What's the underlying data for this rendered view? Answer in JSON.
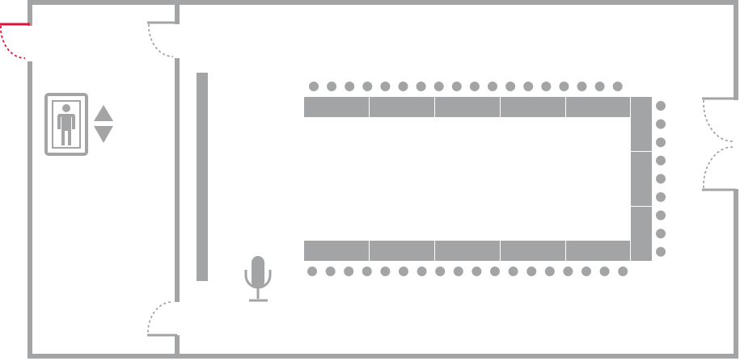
{
  "colors": {
    "wall": "#a2a4a6",
    "table": "#a2a4a6",
    "chair": "#a2a4a6",
    "door_swing": "#a2a4a6",
    "accent": "#e0103a",
    "background": "#ffffff"
  },
  "icons": {
    "elevator": "elevator-icon",
    "microphone": "microphone-icon"
  },
  "layout_type": "u-shape",
  "tables": {
    "top_row_count": 5,
    "bottom_row_count": 5,
    "side_column_count": 3
  },
  "chairs": {
    "top_row_count": 18,
    "bottom_row_count": 18,
    "side_column_count": 9
  },
  "doors": {
    "count": 4
  }
}
